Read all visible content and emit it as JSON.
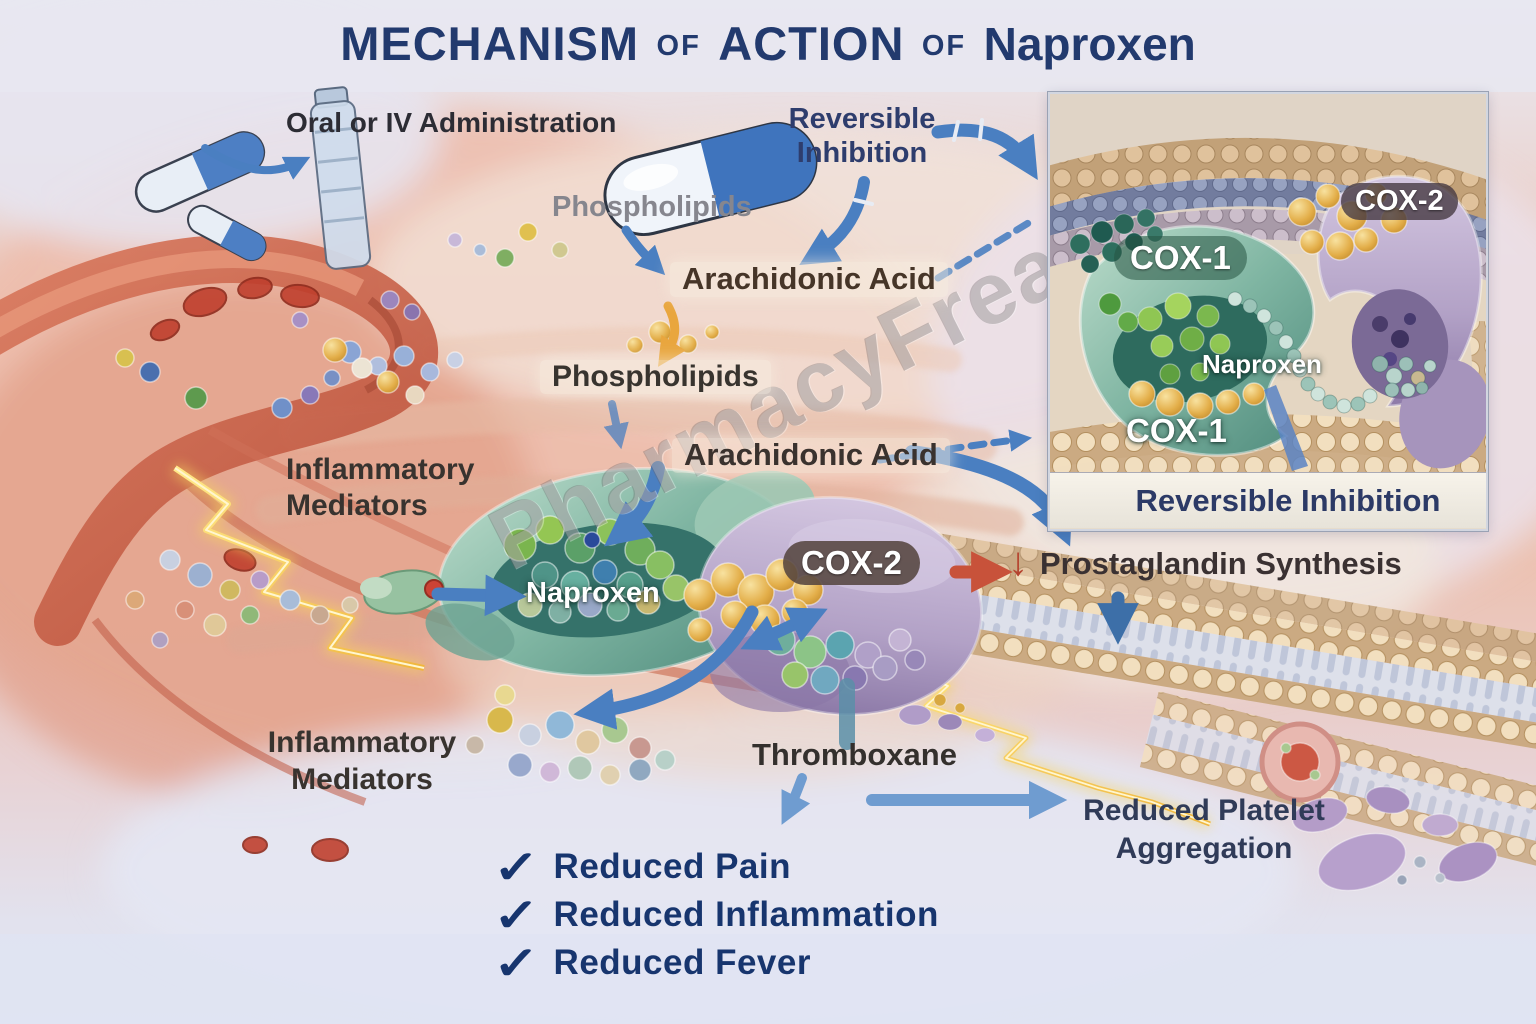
{
  "title": {
    "mechanism": "MECHANISM",
    "of1": "OF",
    "action": "ACTION",
    "of2": "OF",
    "drug": "Naproxen"
  },
  "top": {
    "administration": "Oral or IV Administration",
    "reversible_line1": "Reversible",
    "reversible_line2": "Inhibition",
    "phospholipids": "Phospholipids"
  },
  "pathway": {
    "arachidonic_top": "Arachidonic Acid",
    "phospholipids": "Phospholipids",
    "arachidonic_mid": "Arachidonic Acid",
    "naproxen": "Naproxen",
    "cox2": "COX-2",
    "down_glyph": "↓",
    "prostaglandin": "Prostaglandin Synthesis",
    "thromboxane": "Thromboxane"
  },
  "left": {
    "inflammatory_line1": "Inflammatory",
    "inflammatory_line2": "Mediators"
  },
  "right": {
    "platelet_line1": "Reduced Platelet",
    "platelet_line2": "Aggregation"
  },
  "inset": {
    "cox1_upper": "COX-1",
    "cox2": "COX-2",
    "naproxen": "Naproxen",
    "cox1_lower": "COX-1",
    "caption": "Reversible Inhibition"
  },
  "outcomes": {
    "check": "✓",
    "items": [
      "Reduced Pain",
      "Reduced Inflammation",
      "Reduced Fever"
    ]
  },
  "watermark": "PharmacyFreak",
  "colors": {
    "title_navy": "#223a6e",
    "label_dark": "#3a3233",
    "label_grey": "#86868e",
    "arachidonic_brown": "#463528",
    "arrow_blue": "#4a7fc1",
    "arrow_orange": "#e9a63e",
    "arrow_red": "#c8523a",
    "outcome_navy": "#17356e",
    "enzyme_green": "#7fb5a2",
    "enzyme_purple": "#b2a1c6"
  }
}
